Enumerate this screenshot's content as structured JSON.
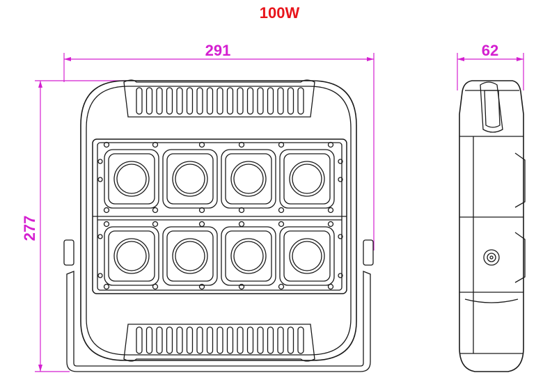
{
  "title": "100W",
  "dimensions": {
    "front_width": "291",
    "front_height": "277",
    "side_depth": "62"
  },
  "colors": {
    "title": "#e8141b",
    "dimension": "#d41fd0",
    "outline": "#1a1a1a"
  }
}
